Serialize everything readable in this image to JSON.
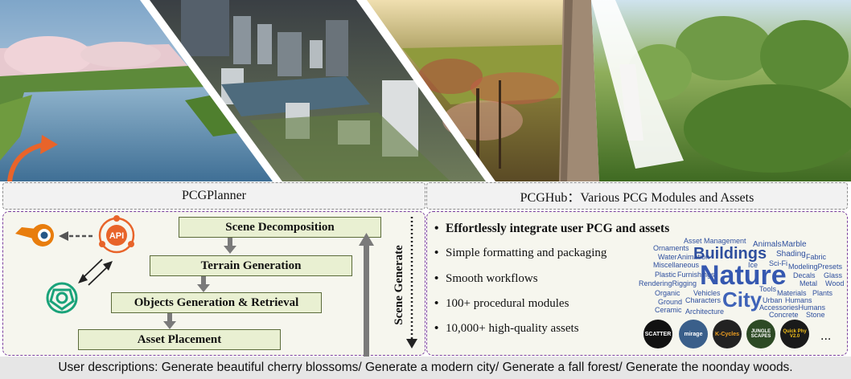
{
  "headers": {
    "left": "PCGPlanner",
    "right": "PCGHub：Various PCG Modules and Assets"
  },
  "planner": {
    "api_label": "API",
    "steps": [
      "Scene Decomposition",
      "Terrain Generation",
      "Objects Generation & Retrieval",
      "Asset Placement"
    ],
    "loop_label": "Scene Generate"
  },
  "hub": {
    "bullet": "•",
    "features": [
      "Effortlessly integrate user PCG and assets",
      "Simple formatting and packaging",
      "Smooth workflows",
      "100+ procedural modules",
      "10,000+ high-quality assets"
    ],
    "word_cloud": [
      "Nature",
      "City",
      "Buildings",
      "Asset Management",
      "Animals",
      "Marble",
      "Ornaments",
      "Shading",
      "Fabric",
      "Water",
      "Animation",
      "Miscellaneous",
      "Ice",
      "Sci-Fi",
      "ModelingPresets",
      "Plastic",
      "Furnishings",
      "RenderingRigging",
      "Decals",
      "Glass",
      "Metal",
      "Wood",
      "Organic",
      "Vehicles",
      "Tools",
      "Materials",
      "Plants",
      "Ground",
      "Characters",
      "Urban",
      "Humans",
      "Ceramic",
      "Architecture",
      "AccessoriesHumans",
      "Concrete",
      "Stone"
    ],
    "plugins": [
      "SCATTER",
      "mirage",
      "K-Cycles",
      "JUNGLE SCAPES",
      "Quick Phy V2.0"
    ],
    "more": "..."
  },
  "caption": "User descriptions: Generate beautiful cherry blossoms/ Generate a modern city/ Generate a fall forest/ Generate the noonday woods."
}
